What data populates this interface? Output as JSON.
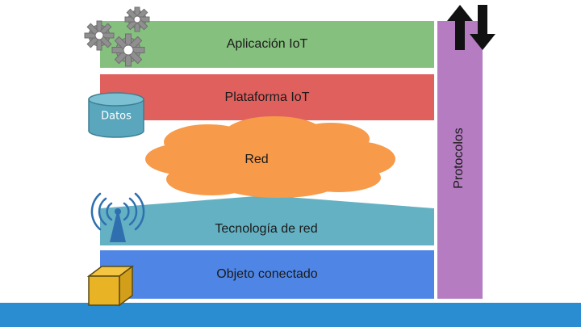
{
  "layers": {
    "application": "Aplicación IoT",
    "platform": "Plataforma IoT",
    "network": "Red",
    "network_technology": "Tecnología de red",
    "connected_object": "Objeto conectado"
  },
  "side_bar": {
    "label": "Protocolos"
  },
  "database": {
    "label": "Datos"
  },
  "icons": [
    "gears-icon",
    "database-icon",
    "antenna-icon",
    "cube-icon",
    "bidirectional-arrows-icon"
  ],
  "colors": {
    "application": "#86c07f",
    "platform": "#e0605e",
    "network": "#f79a4a",
    "network_technology": "#64b1c3",
    "connected_object": "#4f86e6",
    "protocols": "#b57cc2",
    "footer": "#2a8dd1"
  }
}
